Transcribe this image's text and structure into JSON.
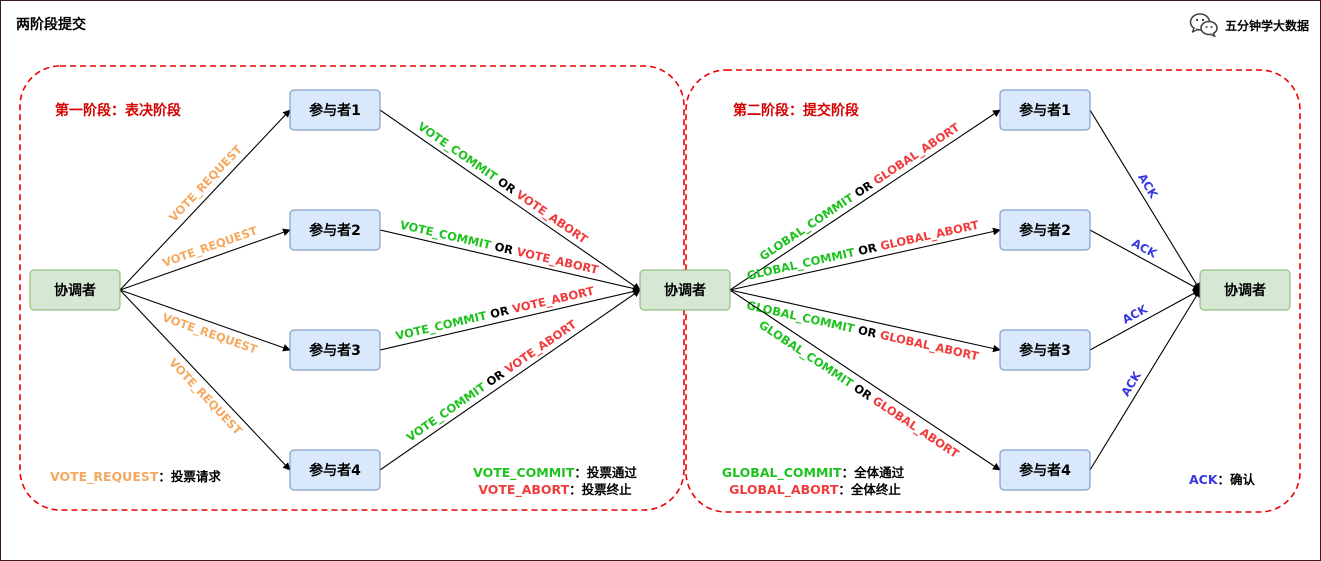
{
  "title": "两阶段提交",
  "brand": {
    "icon": "wechat-icon",
    "text": "五分钟学大数据"
  },
  "colors": {
    "request": "#f5a85f",
    "commit": "#1ec21e",
    "abort": "#f03c3c",
    "ack": "#3838e0",
    "phase_title": "#d40000",
    "phase_border": "#ee0000",
    "coordinator_fill": "#d5e8d4",
    "coordinator_stroke": "#82b366",
    "participant_fill": "#dae8fc",
    "participant_stroke": "#6c8ebf"
  },
  "phase1": {
    "title": "第一阶段：表决阶段",
    "coordinator_in": "协调者",
    "participants": [
      "参与者1",
      "参与者2",
      "参与者3",
      "参与者4"
    ],
    "request_label": "VOTE_REQUEST",
    "vote_commit": "VOTE_COMMIT",
    "or": "OR",
    "vote_abort": "VOTE_ABORT",
    "coordinator_out": "协调者",
    "legend": {
      "request_term": "VOTE_REQUEST",
      "request_desc": "：投票请求",
      "commit_term": "VOTE_COMMIT",
      "commit_desc": "：投票通过",
      "abort_term": "VOTE_ABORT",
      "abort_desc": "：投票终止"
    }
  },
  "phase2": {
    "title": "第二阶段：提交阶段",
    "participants": [
      "参与者1",
      "参与者2",
      "参与者3",
      "参与者4"
    ],
    "global_commit": "GLOBAL_COMMIT",
    "or": "OR",
    "global_abort": "GLOBAL_ABORT",
    "ack": "ACK",
    "coordinator_final": "协调者",
    "legend": {
      "commit_term": "GLOBAL_COMMIT",
      "commit_desc": "：全体通过",
      "abort_term": "GLOBAL_ABORT",
      "abort_desc": "：全体终止",
      "ack_term": "ACK",
      "ack_desc": "：确认"
    }
  }
}
